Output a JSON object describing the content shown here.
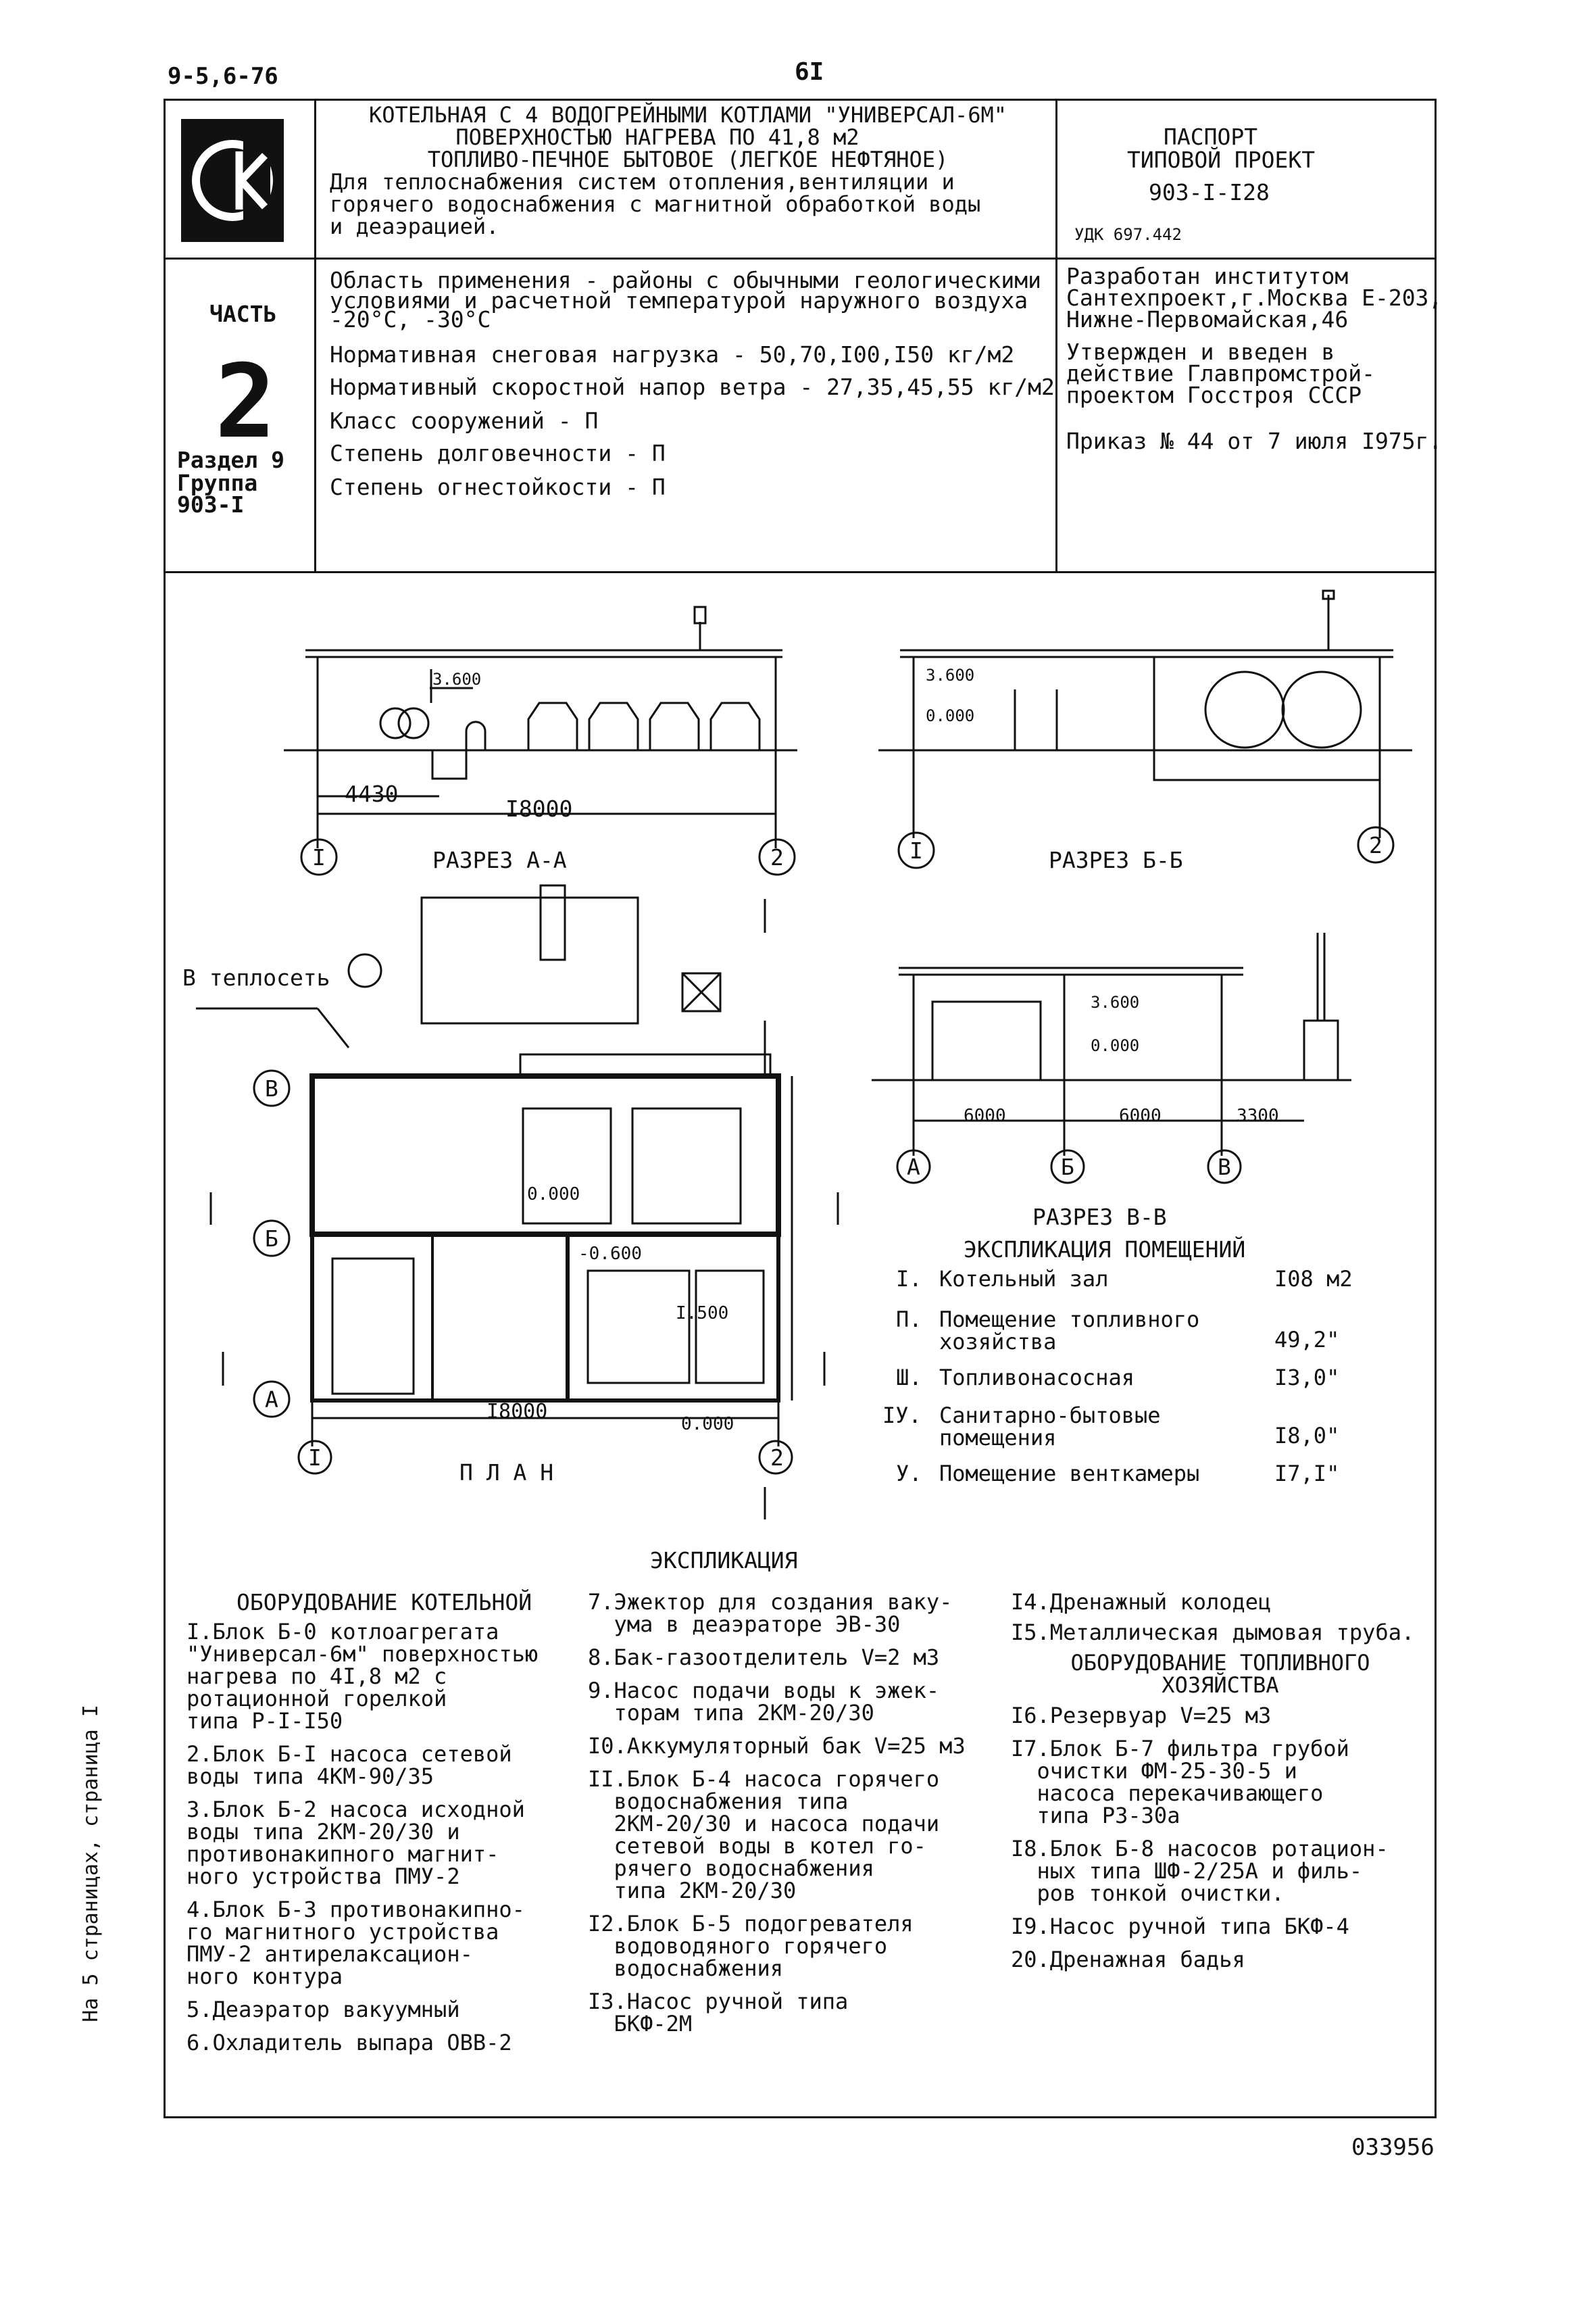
{
  "page_code": "9-5,6-76",
  "page_number": "6I",
  "footer_id": "033956",
  "side_note": "На 5 страницах,  страница I",
  "logo_text": "СК",
  "title_lines": [
    "КОТЕЛЬНАЯ С 4 ВОДОГРЕЙНЫМИ КОТЛАМИ \"УНИВЕРСАЛ-6М\"",
    "ПОВЕРХНОСТЬЮ НАГРЕВА ПО 41,8 м2",
    "ТОПЛИВО-ПЕЧНОЕ БЫТОВОЕ (ЛЕГКОЕ НЕФТЯНОЕ)",
    "Для теплоснабжения систем отопления,вентиляции и",
    "горячего водоснабжения с магнитной обработкой воды",
    "и деаэрацией."
  ],
  "passport": {
    "l1": "ПАСПОРТ",
    "l2": "ТИПОВОЙ ПРОЕКТ",
    "l3": "903-I-I28",
    "udk": "УДК 697.442"
  },
  "part": {
    "label": "ЧАСТЬ",
    "number": "2",
    "section": "Раздел 9",
    "group": "Группа",
    "group_code": "903-I"
  },
  "params": [
    "Область применения - районы с обычными геологическими",
    "условиями и расчетной температурой наружного воздуха",
    "-20°С, -30°С",
    "Нормативная снеговая нагрузка - 50,70,I00,I50 кг/м2",
    "Нормативный скоростной напор ветра - 27,35,45,55 кг/м2",
    "Класс сооружений  -  П",
    "Степень долговечности -  П",
    "Степень огнестойкости  - П"
  ],
  "developer": [
    "Разработан институтом",
    "Сантехпроект,г.Москва Е-203,",
    "Нижне-Первомайская,46",
    "Утвержден и введен в",
    "действие Главпромстрой-",
    "проектом Госстроя СССР",
    "Приказ № 44 от 7 июля I975г."
  ],
  "drawings": {
    "section_aa": "РАЗРЕЗ А-А",
    "section_bb": "РАЗРЕЗ Б-Б",
    "section_vv": "РАЗРЕЗ В-В",
    "plan": "П Л А Н",
    "to_heat_network": "В теплосеть",
    "dim_4430": "4430",
    "dim_18000": "I8000",
    "dim_3600": "3.600",
    "dim_0000": "0.000",
    "dim_6000": "6000",
    "dim_3300": "3300",
    "dim_minus0600": "-0.600",
    "dim_1500": "I.500",
    "axis_1": "I",
    "axis_2": "2",
    "axis_a": "А",
    "axis_b": "Б",
    "axis_v": "В"
  },
  "rooms_title": "ЭКСПЛИКАЦИЯ ПОМЕЩЕНИЙ",
  "rooms": [
    {
      "num": "I.",
      "name": "Котельный зал",
      "area": "I08 м2"
    },
    {
      "num": "П.",
      "name": "Помещение топливного\nхозяйства",
      "area": "49,2\""
    },
    {
      "num": "Ш.",
      "name": "Топливонасосная",
      "area": "I3,0\""
    },
    {
      "num": "IУ.",
      "name": "Санитарно-бытовые\nпомещения",
      "area": "I8,0\""
    },
    {
      "num": "У.",
      "name": "Помещение венткамеры",
      "area": "I7,I\""
    }
  ],
  "explication_title": "ЭКСПЛИКАЦИЯ",
  "col1_title": "ОБОРУДОВАНИЕ КОТЕЛЬНОЙ",
  "col1": [
    "I.Блок Б-0 котлоагрегата\n\"Универсал-6м\" поверхностью\nнагрева по 4I,8 м2 с\nротационной горелкой\nтипа Р-I-I50",
    "2.Блок Б-I насоса сетевой\nводы типа 4КМ-90/35",
    "3.Блок Б-2 насоса исходной\nводы типа 2КМ-20/30 и\nпротивонакипного магнит-\nного устройства ПМУ-2",
    "4.Блок Б-3 противонакипно-\nго магнитного устройства\nПМУ-2 антирелаксацион-\nного контура",
    "5.Деаэратор вакуумный",
    "6.Охладитель выпара ОВВ-2"
  ],
  "col2": [
    "7.Эжектор для создания ваку-\n  ума в деаэраторе ЭВ-30",
    "8.Бак-газоотделитель V=2 м3",
    "9.Насос подачи воды к эжек-\n  торам типа 2КМ-20/30",
    "I0.Аккумуляторный бак V=25 м3",
    "II.Блок Б-4 насоса горячего\n  водоснабжения типа\n  2КМ-20/30 и насоса подачи\n  сетевой воды в котел го-\n  рячего водоснабжения\n  типа 2КМ-20/30",
    "I2.Блок Б-5 подогревателя\n  водоводяного горячего\n  водоснабжения",
    "I3.Насос ручной типа\n  БКФ-2М"
  ],
  "col3a": [
    "I4.Дренажный колодец",
    "I5.Металлическая дымовая труба."
  ],
  "col3_title": "ОБОРУДОВАНИЕ ТОПЛИВНОГО\nХОЗЯЙСТВА",
  "col3b": [
    "I6.Резервуар V=25 м3",
    "I7.Блок Б-7 фильтра грубой\n  очистки ФМ-25-30-5 и\n  насоса перекачивающего\n  типа РЗ-30а",
    "I8.Блок Б-8 насосов ротацион-\n  ных типа ШФ-2/25А и филь-\n  ров тонкой очистки.",
    "I9.Насос ручной типа БКФ-4",
    "20.Дренажная бадья"
  ]
}
